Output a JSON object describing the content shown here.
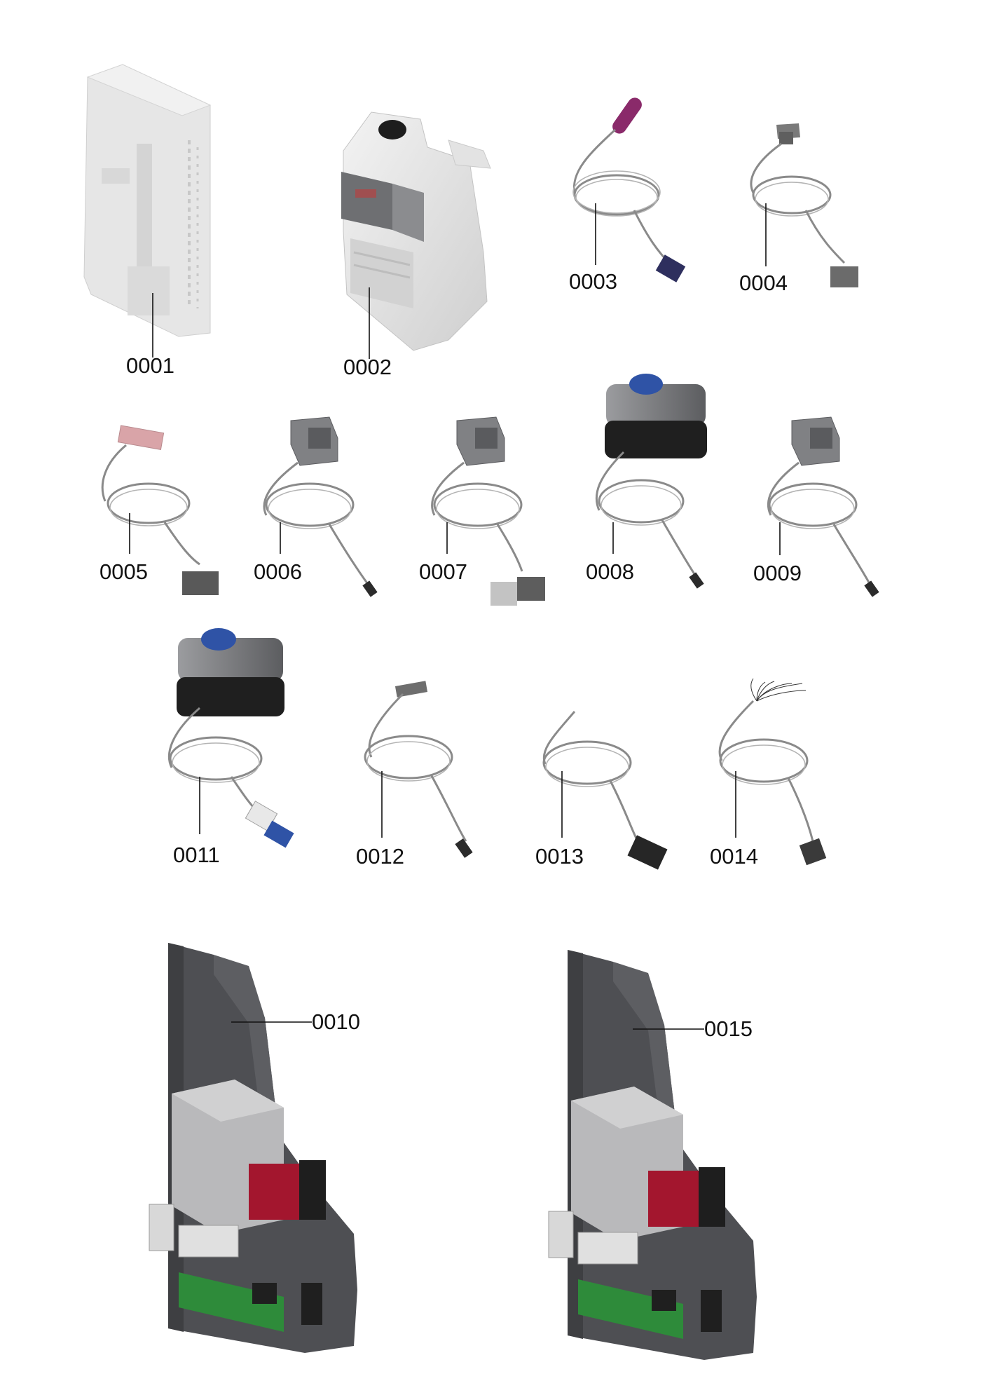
{
  "diagram": {
    "parts": [
      {
        "id": "0001",
        "kind": "housing-base"
      },
      {
        "id": "0002",
        "kind": "control-unit"
      },
      {
        "id": "0003",
        "kind": "cable-probe-sensor"
      },
      {
        "id": "0004",
        "kind": "cable-sensor-connector"
      },
      {
        "id": "0005",
        "kind": "cable-pink-connector"
      },
      {
        "id": "0006",
        "kind": "cable-din-connector"
      },
      {
        "id": "0007",
        "kind": "cable-din-double-plug"
      },
      {
        "id": "0008",
        "kind": "cable-actuator-box"
      },
      {
        "id": "0009",
        "kind": "cable-din-connector"
      },
      {
        "id": "0010",
        "kind": "mounting-plate-relay-transformer"
      },
      {
        "id": "0011",
        "kind": "mounting-plate-relay-transformer"
      },
      {
        "id": "0012",
        "kind": "cable-actuator-box-blue-plug"
      },
      {
        "id": "0013",
        "kind": "cable-flat-connector"
      },
      {
        "id": "0014",
        "kind": "cable-black-plug"
      },
      {
        "id": "0015",
        "kind": "cable-open-wires"
      }
    ],
    "colors": {
      "metal_plate": "#4e4f53",
      "plate_light": "#6b6c70",
      "transformer": "#b9b9bb",
      "relay": "#a3162e",
      "terminal_green": "#2e8b3a",
      "cap_blue": "#2f53a6",
      "probe_purple": "#8a2a6a",
      "connector_dark": "#2e2f5e",
      "pink_connector": "#d9a4a8"
    }
  }
}
